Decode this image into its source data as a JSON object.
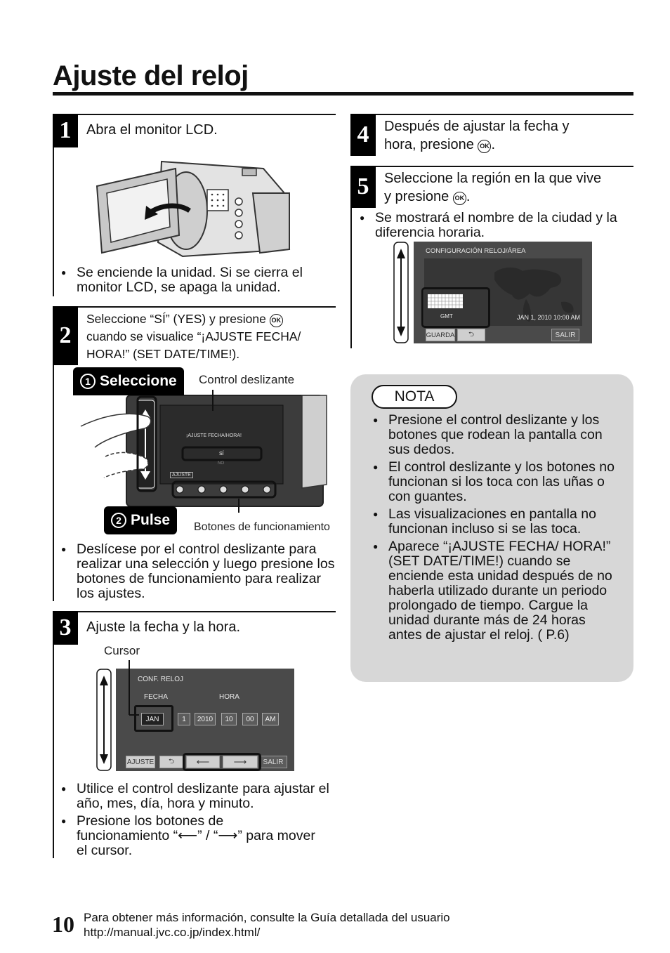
{
  "page": {
    "title": "Ajuste del reloj",
    "number": "10",
    "footer_line1": "Para obtener más información, consulte la Guía detallada del usuario",
    "footer_line2": "http://manual.jvc.co.jp/index.html/"
  },
  "step1": {
    "num": "1",
    "text": "Abra el monitor LCD.",
    "bullets": [
      "Se enciende la unidad. Si se cierra el monitor LCD, se apaga la unidad."
    ]
  },
  "step2": {
    "num": "2",
    "text_line1": "Seleccione “SÍ” (YES) y presione",
    "text_line2": "cuando se visualice “¡AJUSTE FECHA/",
    "text_line3": "HORA!” (SET DATE/TIME!).",
    "tag1_num": "1",
    "tag1_label": "Seleccione",
    "tag2_num": "2",
    "tag2_label": "Pulse",
    "label_slider": "Control deslizante",
    "label_buttons": "Botones de funcionamiento",
    "screen_heading": "¡AJUSTE FECHA/HORA!",
    "screen_yes": "SÍ",
    "screen_no": "NO",
    "screen_ajuste": "AJUSTE",
    "bullets": [
      "Deslícese por el control deslizante para realizar una selección y luego presione los botones de funcionamiento para realizar los ajustes."
    ]
  },
  "step3": {
    "num": "3",
    "text": "Ajuste la fecha y la hora.",
    "cursor_label": "Cursor",
    "screen": {
      "heading": "CONF. RELOJ",
      "col_fecha": "FECHA",
      "col_hora": "HORA",
      "fields": [
        "JAN",
        "1",
        "2010",
        "10",
        "00",
        "AM"
      ],
      "btn_ajuste": "AJUSTE",
      "btn_back": "⮌",
      "btn_left": "⟵",
      "btn_right": "⟶",
      "btn_salir": "SALIR"
    },
    "bullet1": "Utilice el control deslizante para ajustar el año, mes, día, hora y minuto.",
    "bullet2_line1": "Presione los botones de",
    "bullet2_line2": "funcionamiento “⟵” / “⟶” para mover",
    "bullet2_line3": "el cursor."
  },
  "step4": {
    "num": "4",
    "text_line1": "Después de ajustar la fecha y",
    "text_line2": "hora, presione"
  },
  "step5": {
    "num": "5",
    "text_line1": "Seleccione la región en la que vive",
    "text_line2": "y presione",
    "bullets": [
      "Se mostrará el nombre de la ciudad y la diferencia horaria."
    ],
    "screen": {
      "heading": "CONFIGURACIÓN RELOJ/ÁREA",
      "gmt": "GMT",
      "datetime": "JAN 1, 2010 10:00 AM",
      "btn_guarda": "GUARDA",
      "btn_back": "⮌",
      "btn_salir": "SALIR"
    }
  },
  "ok_glyph": "OK",
  "nota": {
    "label": "NOTA",
    "bullets": [
      "Presione el control deslizante y los botones que rodean la pantalla con sus dedos.",
      "El control deslizante y los botones no funcionan si los toca con las uñas o con guantes.",
      "Las visualizaciones en pantalla no funcionan incluso si se las toca.",
      "Aparece “¡AJUSTE FECHA/ HORA!” (SET DATE/TIME!) cuando se enciende esta unidad después de no haberla utilizado durante un periodo prolongado de tiempo. Cargue la unidad durante más de 24 horas antes de ajustar el reloj. ( P.6)"
    ]
  }
}
